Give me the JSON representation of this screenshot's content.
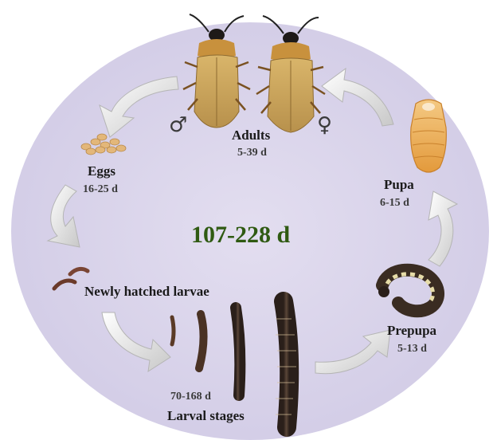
{
  "center_label": "107-228 d",
  "stages": {
    "adults": {
      "name": "Adults",
      "duration": "5-39 d"
    },
    "eggs": {
      "name": "Eggs",
      "duration": "16-25 d"
    },
    "newly_hatched": {
      "name": "Newly hatched larvae"
    },
    "larval": {
      "name": "Larval stages",
      "duration": "70-168 d"
    },
    "prepupa": {
      "name": "Prepupa",
      "duration": "5-13 d"
    },
    "pupa": {
      "name": "Pupa",
      "duration": "6-15 d"
    }
  },
  "symbols": {
    "male": "♂",
    "female": "♀"
  },
  "colors": {
    "background_ellipse": "#d9d4ea",
    "total_text": "#2f5a12",
    "arrow": "#e9e9e9"
  }
}
